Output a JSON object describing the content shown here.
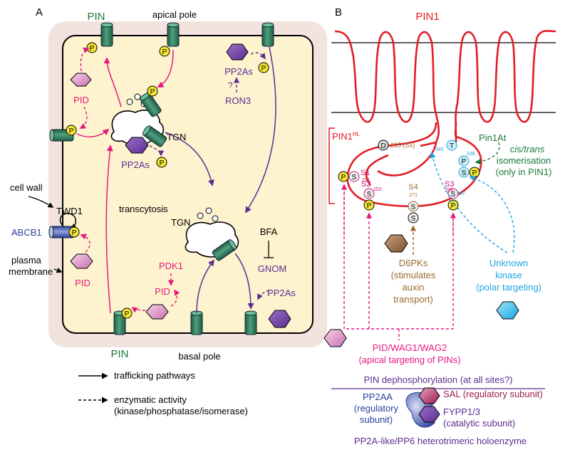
{
  "panel_a": {
    "label": "A",
    "pin_top": "PIN",
    "apical_pole": "apical pole",
    "pid_left_top": "PID",
    "pp2as_top": "PP2As",
    "ron3_question": "?",
    "ron3": "RON3",
    "tgn_upper": "TGN",
    "pp2as_mid": "PP2As",
    "cell_wall": "cell wall",
    "twd1": "TWD1",
    "abcb1": "ABCB1",
    "plasma_membrane_1": "plasma",
    "plasma_membrane_2": "membrane",
    "pid_left_bottom": "PID",
    "transcytosis": "transcytosis",
    "tgn_lower": "TGN",
    "bfa": "BFA",
    "gnom": "GNOM",
    "pdk1": "PDK1",
    "pid_bottom": "PID",
    "pp2as_bottom": "PP2As",
    "pin_bottom": "PIN",
    "basal_pole": "basal pole",
    "p_marker": "P"
  },
  "legend": {
    "solid": "trafficking pathways",
    "dashed_1": "enzymatic activity",
    "dashed_2": "(kinase/phosphatase/isomerase)"
  },
  "panel_b": {
    "label": "B",
    "pin1": "PIN1",
    "pin1hl": "PIN1",
    "pin1hl_sup": "HL",
    "d_site": "D",
    "d_site_num": "215 (S5)",
    "s1": "S1",
    "s1_num": "231",
    "s2": "S2",
    "s2_num": "252",
    "s4": "S4",
    "s4_num": "271",
    "s3": "S3",
    "s3_num": "290",
    "t_site": "T",
    "t_num": "340",
    "p338": "338",
    "p337": "337",
    "s_letter": "S",
    "p_letter": "P",
    "pin1at": "Pin1At",
    "cis_trans": "cis/trans",
    "isomerisation": "isomerisation",
    "only_pin1": "(only in PIN1)",
    "d6pks": "D6PKs",
    "stimulates": "(stimulates",
    "auxin": "auxin",
    "transport": "transport)",
    "unknown": "Unknown",
    "kinase": "kinase",
    "polar_targeting": "(polar targeting)",
    "pid_wag": "PID/WAG1/WAG2",
    "apical_targeting": "(apical targeting of PINs)",
    "dephos": "PIN dephosphorylation (at all sites?)",
    "pp2aa": "PP2AA",
    "pp2aa_reg1": "(regulatory",
    "pp2aa_reg2": "subunit)",
    "sal": "SAL (regulatory subunit)",
    "fypp": "FYPP1/3",
    "fypp_cat": "(catalytic subunit)",
    "holoenzyme": "PP2A-like/PP6 heterotrimeric holoenzyme"
  },
  "colors": {
    "pink": "#e6197e",
    "purple": "#5b2d91",
    "red": "#e21d26",
    "green": "#1a7a3a",
    "brown": "#9a6b2e",
    "cyan": "#1aa6e0",
    "blue": "#2b3d9a",
    "maroon": "#9b1d4e",
    "pin_green": "#2f7a5c",
    "hex_purple": "#7a4aa6",
    "hex_pink": "#e9a9d3",
    "cytoplasm": "#fdf3cf",
    "wall": "#f2e3df"
  }
}
